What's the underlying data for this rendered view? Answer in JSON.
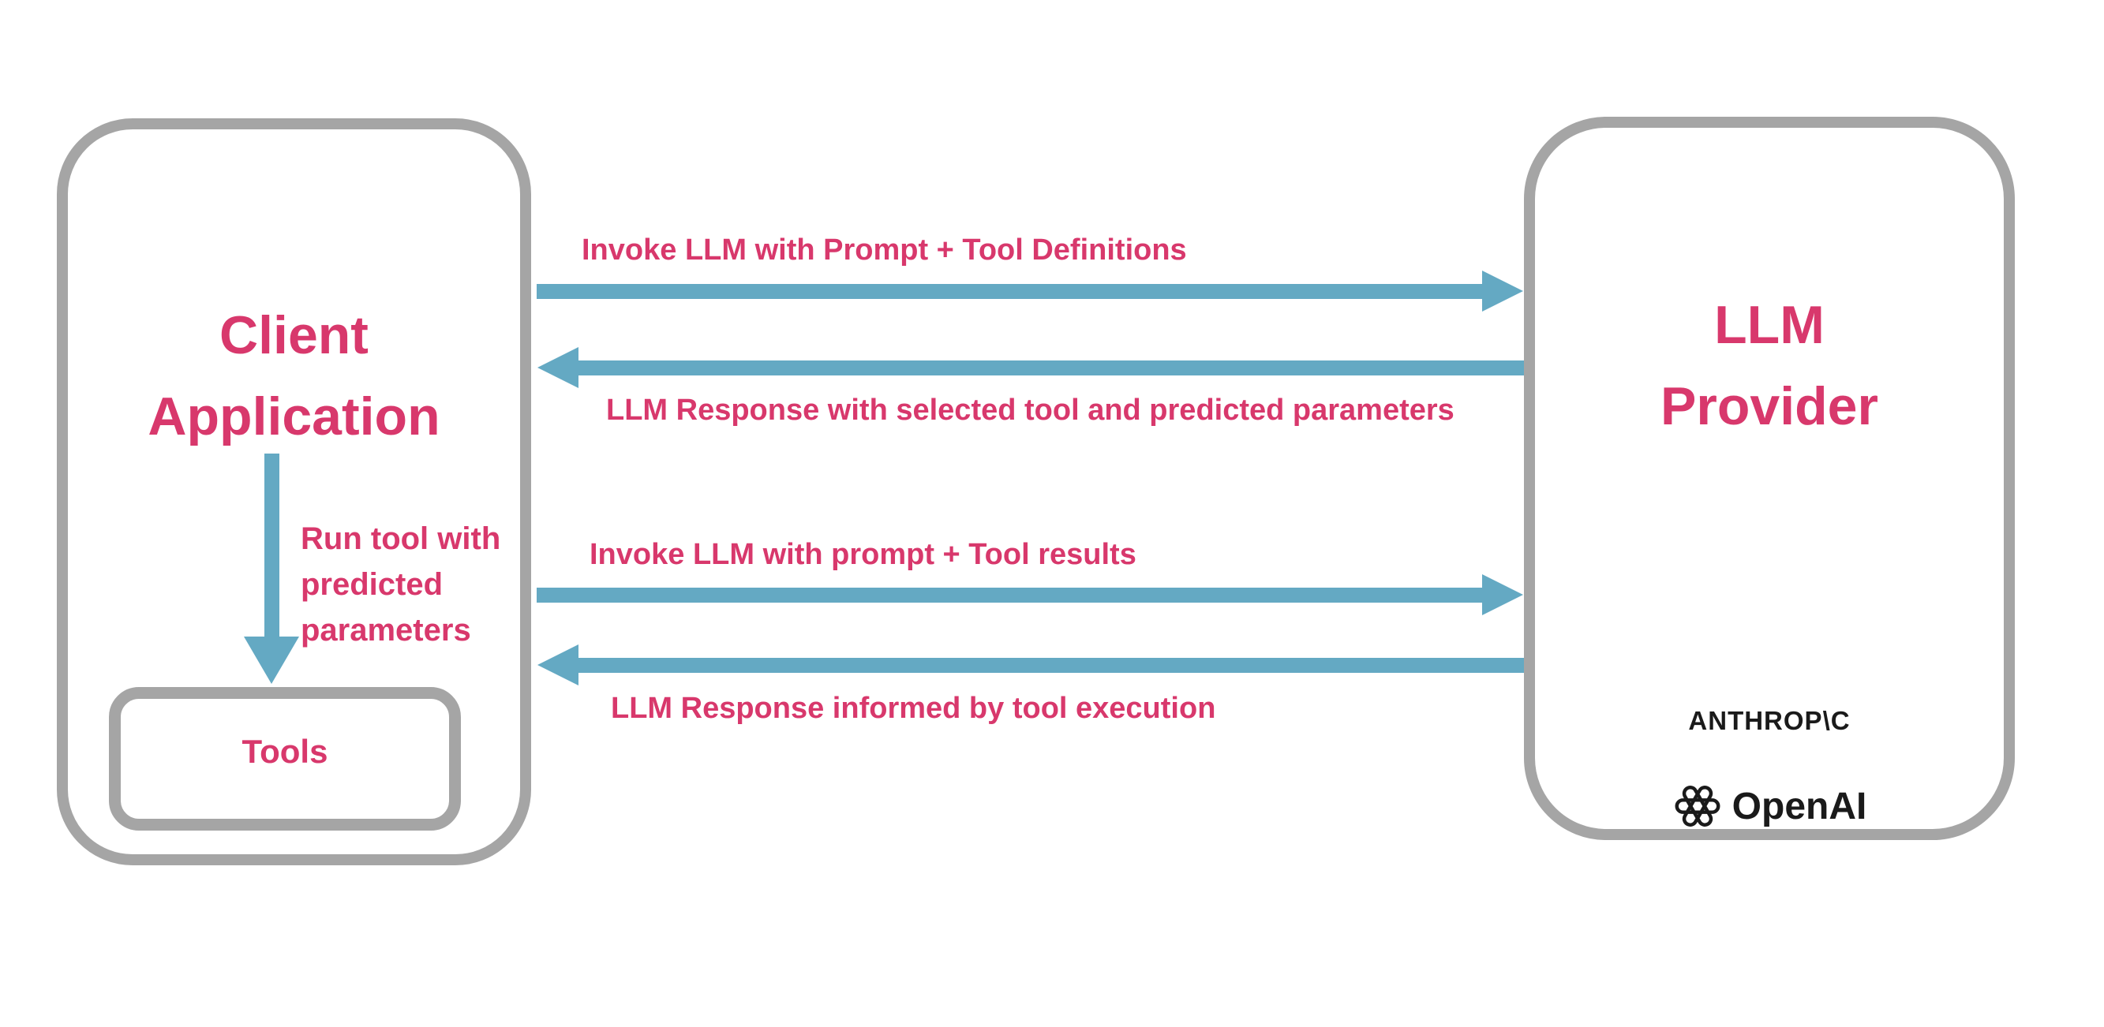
{
  "diagram": {
    "background": "#FFFFFF",
    "colors": {
      "accent_pink": "#D8386C",
      "arrow_blue": "#64A9C3",
      "border_gray": "#A5A5A5",
      "logo_black": "#1A1A1A"
    }
  },
  "client_box": {
    "title_line1": "Client",
    "title_line2": "Application",
    "tools_box": {
      "label": "Tools"
    }
  },
  "llm_box": {
    "title_line1": "LLM",
    "title_line2": "Provider",
    "anthropic_logo_text": "ANTHROP\\C",
    "openai_icon": "openai-knot-icon",
    "openai_logo_text": "OpenAI"
  },
  "arrows": [
    {
      "id": "invoke-1",
      "direction": "right",
      "label": "Invoke LLM with Prompt + Tool Definitions"
    },
    {
      "id": "response-1",
      "direction": "left",
      "label": "LLM Response with selected tool and predicted parameters"
    },
    {
      "id": "invoke-2",
      "direction": "right",
      "label": "Invoke LLM with prompt + Tool results"
    },
    {
      "id": "response-2",
      "direction": "left",
      "label": "LLM Response informed by tool execution"
    },
    {
      "id": "run-tool",
      "direction": "down",
      "lines": [
        "Run tool with",
        "predicted",
        "parameters"
      ]
    }
  ]
}
